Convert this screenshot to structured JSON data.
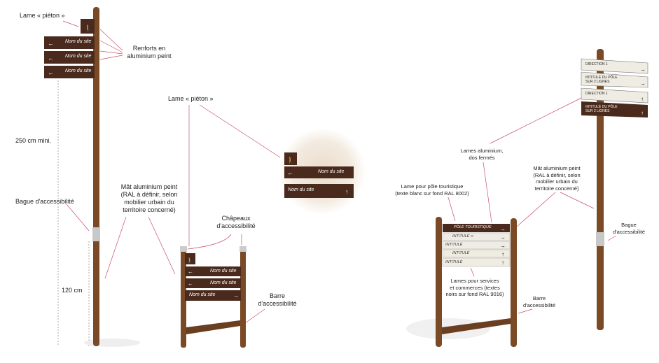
{
  "labels": {
    "lame_pieton_1": "Lame « piéton »",
    "renforts": [
      "Renforts en",
      "aluminium peint"
    ],
    "height_250": "250 cm mini.",
    "bague_1": "Bague d'accessibilité",
    "height_120": "120 cm",
    "mat_1": [
      "Mât aluminium peint",
      "(RAL à définir, selon",
      "mobilier urbain du",
      "territoire concerné)"
    ],
    "lame_pieton_2": "Lame « piéton »",
    "chapeaux": [
      "Châpeaux",
      "d'accessibilité"
    ],
    "barre_1": [
      "Barre",
      "d'accessibilité"
    ],
    "lames_alu": [
      "Lames aluminium,",
      "dos fermés"
    ],
    "lame_pole": [
      "Lame pour pôle touristique",
      "(texte blanc sur fond RAL 8002)"
    ],
    "mat_2": [
      "Mât aluminium peint",
      "(RAL à définir, selon",
      "mobilier urbain du",
      "territoire concerné)"
    ],
    "bague_2": [
      "Bague",
      "d'accessibilité"
    ],
    "lames_services": [
      "Lames pour services",
      "et commerces (textes",
      "noirs sur fond RAL 9016)"
    ],
    "barre_2": [
      "Barre",
      "d'accessibilité"
    ]
  },
  "signs": {
    "site": "Nom du site",
    "pole": "PÔLE TOURISTIQUE",
    "intitule_dots": "INTITULÉ ••",
    "intitule": "INTITULÉ",
    "direction": "DIRECTION 1",
    "pole_2l": [
      "INTITULÉ DU PÔLE",
      "SUR 2 LIGNES"
    ]
  },
  "colors": {
    "brown": "#4a2a1c",
    "pole": "#7a4a26",
    "cream": "#efece3",
    "leader": "#c9506a"
  }
}
